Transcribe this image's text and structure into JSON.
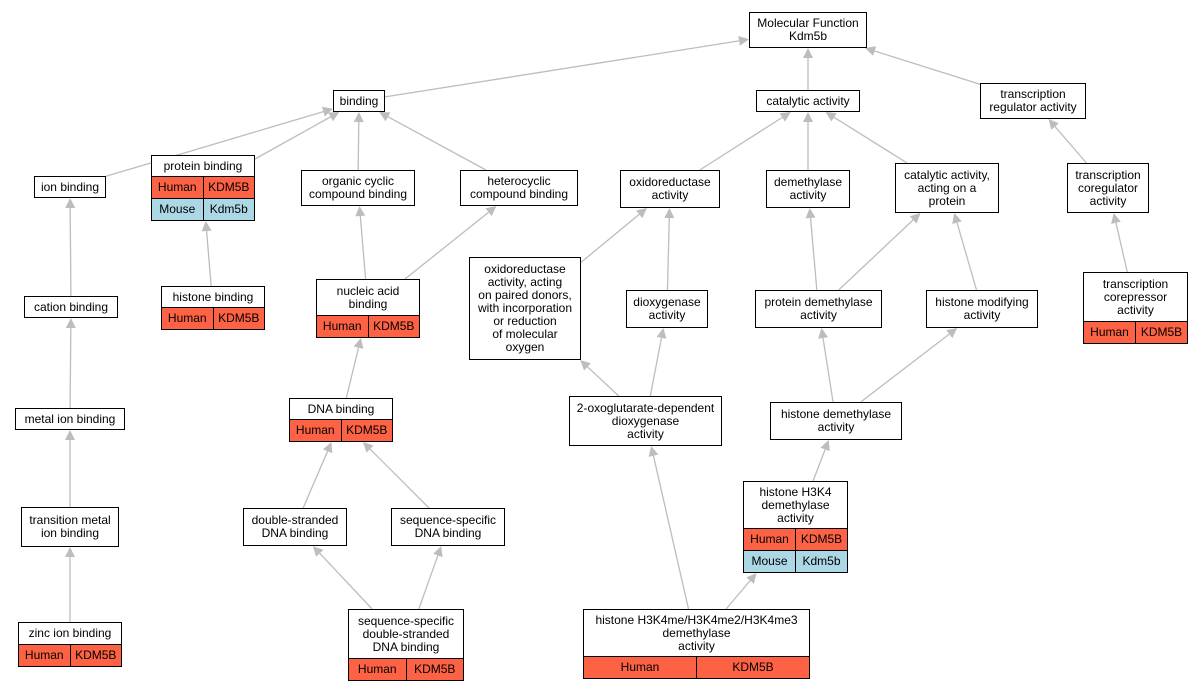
{
  "diagram": {
    "edge_color": "#bdbdbd",
    "species_colors": {
      "Human": "#fc6243",
      "Mouse": "#acd8e6"
    },
    "nodes": [
      {
        "id": "mf",
        "label": "Molecular Function\nKdm5b",
        "rows": []
      },
      {
        "id": "binding",
        "label": "binding",
        "rows": []
      },
      {
        "id": "catalytic",
        "label": "catalytic activity",
        "rows": []
      },
      {
        "id": "tra",
        "label": "transcription\nregulator activity",
        "rows": []
      },
      {
        "id": "ionbind",
        "label": "ion binding",
        "rows": []
      },
      {
        "id": "protbind",
        "label": "protein binding",
        "rows": [
          [
            "Human",
            "KDM5B"
          ],
          [
            "Mouse",
            "Kdm5b"
          ]
        ]
      },
      {
        "id": "orgcyc",
        "label": "organic cyclic\ncompound binding",
        "rows": []
      },
      {
        "id": "hetcyc",
        "label": "heterocyclic\ncompound binding",
        "rows": []
      },
      {
        "id": "oxidored",
        "label": "oxidoreductase\nactivity",
        "rows": []
      },
      {
        "id": "demeth",
        "label": "demethylase\nactivity",
        "rows": []
      },
      {
        "id": "catprot",
        "label": "catalytic activity,\nacting on a\nprotein",
        "rows": []
      },
      {
        "id": "tcoreg",
        "label": "transcription\ncoregulator\nactivity",
        "rows": []
      },
      {
        "id": "cation",
        "label": "cation binding",
        "rows": []
      },
      {
        "id": "histbind",
        "label": "histone binding",
        "rows": [
          [
            "Human",
            "KDM5B"
          ]
        ]
      },
      {
        "id": "nucacid",
        "label": "nucleic acid\nbinding",
        "rows": [
          [
            "Human",
            "KDM5B"
          ]
        ]
      },
      {
        "id": "oxpaired",
        "label": "oxidoreductase\nactivity, acting\non paired donors,\nwith incorporation\nor reduction\nof molecular\noxygen",
        "rows": []
      },
      {
        "id": "dioxy",
        "label": "dioxygenase\nactivity",
        "rows": []
      },
      {
        "id": "protdemeth",
        "label": "protein demethylase\nactivity",
        "rows": []
      },
      {
        "id": "histmod",
        "label": "histone modifying\nactivity",
        "rows": []
      },
      {
        "id": "tcorep",
        "label": "transcription\ncorepressor\nactivity",
        "rows": [
          [
            "Human",
            "KDM5B"
          ]
        ]
      },
      {
        "id": "metalion",
        "label": "metal ion binding",
        "rows": []
      },
      {
        "id": "dnabind",
        "label": "DNA binding",
        "rows": [
          [
            "Human",
            "KDM5B"
          ]
        ]
      },
      {
        "id": "oxoglut",
        "label": "2-oxoglutarate-dependent\ndioxygenase\nactivity",
        "rows": []
      },
      {
        "id": "histdemeth",
        "label": "histone demethylase\nactivity",
        "rows": []
      },
      {
        "id": "transmetal",
        "label": "transition metal\nion binding",
        "rows": []
      },
      {
        "id": "dsdna",
        "label": "double-stranded\nDNA binding",
        "rows": []
      },
      {
        "id": "seqdna",
        "label": "sequence-specific\nDNA binding",
        "rows": []
      },
      {
        "id": "h3k4",
        "label": "histone H3K4\ndemethylase\nactivity",
        "rows": [
          [
            "Human",
            "KDM5B"
          ],
          [
            "Mouse",
            "Kdm5b"
          ]
        ]
      },
      {
        "id": "zinc",
        "label": "zinc ion binding",
        "rows": [
          [
            "Human",
            "KDM5B"
          ]
        ]
      },
      {
        "id": "seqds",
        "label": "sequence-specific\ndouble-stranded\nDNA binding",
        "rows": [
          [
            "Human",
            "KDM5B"
          ]
        ]
      },
      {
        "id": "h3k4me",
        "label": "histone H3K4me/H3K4me2/H3K4me3\ndemethylase\nactivity",
        "rows": [
          [
            "Human",
            "KDM5B"
          ]
        ]
      }
    ],
    "edges": [
      [
        "binding",
        "mf"
      ],
      [
        "catalytic",
        "mf"
      ],
      [
        "tra",
        "mf"
      ],
      [
        "ionbind",
        "binding"
      ],
      [
        "protbind",
        "binding"
      ],
      [
        "orgcyc",
        "binding"
      ],
      [
        "hetcyc",
        "binding"
      ],
      [
        "oxidored",
        "catalytic"
      ],
      [
        "demeth",
        "catalytic"
      ],
      [
        "catprot",
        "catalytic"
      ],
      [
        "tcoreg",
        "tra"
      ],
      [
        "cation",
        "ionbind"
      ],
      [
        "histbind",
        "protbind"
      ],
      [
        "nucacid",
        "orgcyc"
      ],
      [
        "nucacid",
        "hetcyc"
      ],
      [
        "oxpaired",
        "oxidored"
      ],
      [
        "dioxy",
        "oxidored"
      ],
      [
        "protdemeth",
        "demeth"
      ],
      [
        "protdemeth",
        "catprot"
      ],
      [
        "histmod",
        "catprot"
      ],
      [
        "tcorep",
        "tcoreg"
      ],
      [
        "metalion",
        "cation"
      ],
      [
        "dnabind",
        "nucacid"
      ],
      [
        "oxoglut",
        "oxpaired"
      ],
      [
        "oxoglut",
        "dioxy"
      ],
      [
        "histdemeth",
        "protdemeth"
      ],
      [
        "histdemeth",
        "histmod"
      ],
      [
        "transmetal",
        "metalion"
      ],
      [
        "dsdna",
        "dnabind"
      ],
      [
        "seqdna",
        "dnabind"
      ],
      [
        "h3k4",
        "histdemeth"
      ],
      [
        "zinc",
        "transmetal"
      ],
      [
        "seqds",
        "dsdna"
      ],
      [
        "seqds",
        "seqdna"
      ],
      [
        "h3k4me",
        "oxoglut"
      ],
      [
        "h3k4me",
        "h3k4"
      ]
    ]
  }
}
